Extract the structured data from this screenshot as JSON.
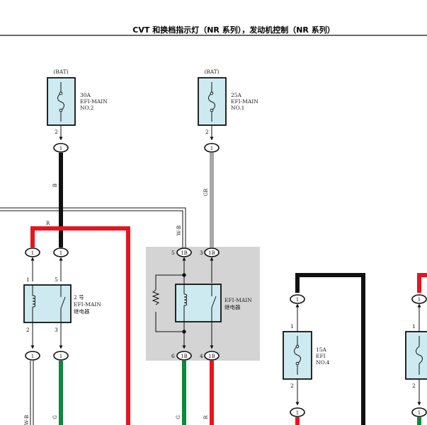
{
  "title": "CVT 和换档指示灯（NR 系列），发动机控制（NR 系列）",
  "fuses": [
    {
      "id": "fuse_left",
      "supply": "(BAT)",
      "amp": "30A",
      "name1": "EFI-MAIN",
      "name2": "NO.2",
      "pin": "2",
      "conn": "1"
    },
    {
      "id": "fuse_mid",
      "supply": "(BAT)",
      "amp": "25A",
      "name1": "EFI-MAIN",
      "name2": "NO.1",
      "pin": "2",
      "conn": "1"
    },
    {
      "id": "fuse_efi4",
      "amp": "15A",
      "name1": "EFI",
      "name2": "NO.4",
      "pin_top": "1",
      "pin_bottom": "2",
      "conn_top": "1",
      "conn_bottom": "1"
    }
  ],
  "relays": [
    {
      "id": "relay2",
      "label1": "2 号",
      "label2": "EFI-MAIN",
      "label3": "继电器",
      "pins": [
        "1",
        "5",
        "2",
        "3"
      ],
      "conns": [
        "1",
        "1",
        "1",
        "1"
      ]
    },
    {
      "id": "relay_main",
      "label1": "EFI-MAIN",
      "label2": "继电器",
      "pins": [
        "5",
        "3",
        "6",
        "4"
      ],
      "conns": [
        "1B",
        "1B",
        "1B",
        "1B"
      ]
    }
  ],
  "wires": {
    "b": "B",
    "gr": "GR",
    "r": "R",
    "wb": "W-B",
    "g": "G"
  },
  "colors": {
    "red": "#e8141e",
    "black": "#111111",
    "gray": "#a8a8a8",
    "green": "#0a8a3c",
    "box": "#cdeaf0",
    "shade": "#d4d4d4"
  }
}
